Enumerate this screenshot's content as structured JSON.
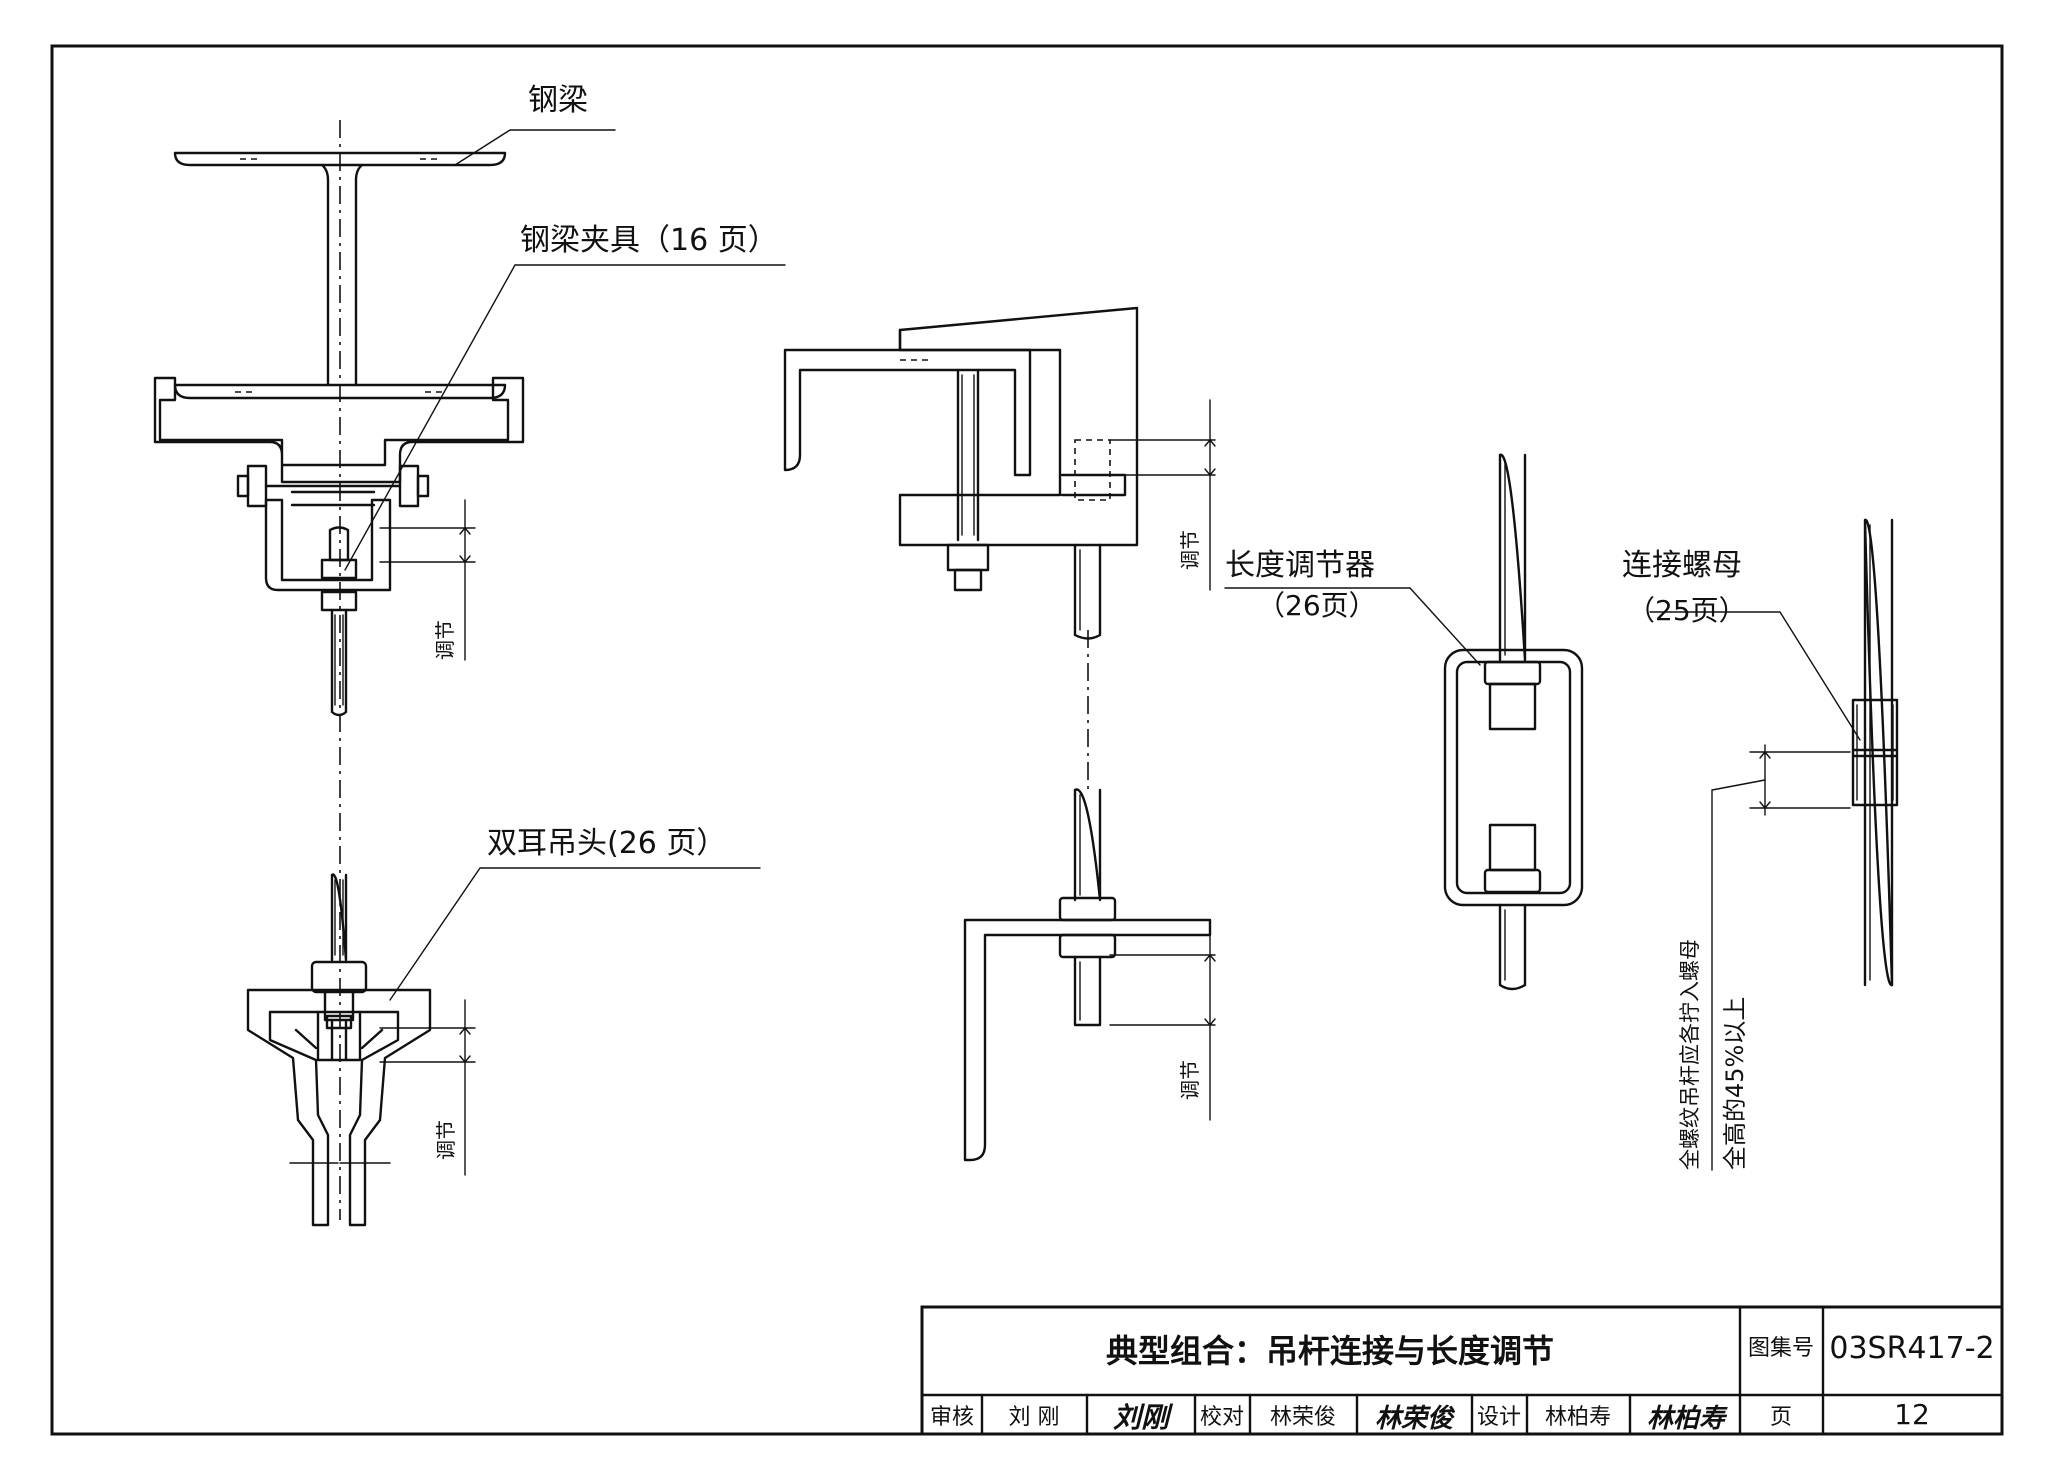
{
  "labels": {
    "steel_beam": "钢梁",
    "beam_clamp": "钢梁夹具（16 页）",
    "double_ear": "双耳吊头(26 页）",
    "length_adjuster": "长度调节器",
    "length_adjuster_page": "（26页）",
    "connector_nut": "连接螺母",
    "connector_nut_page": "（25页）",
    "adjust": "调节",
    "note_line1": "全螺纹吊杆应各拧入螺母",
    "note_line2": "全高的45%以上"
  },
  "title_block": {
    "title": "典型组合：吊杆连接与长度调节",
    "atlas_label": "图集号",
    "atlas_no": "03SR417-2",
    "review_label": "审核",
    "reviewer": "刘 刚",
    "reviewer_sig": "刘刚",
    "check_label": "校对",
    "checker": "林荣俊",
    "checker_sig": "林荣俊",
    "design_label": "设计",
    "designer": "林柏寿",
    "designer_sig": "林柏寿",
    "page_label": "页",
    "page_no": "12"
  }
}
